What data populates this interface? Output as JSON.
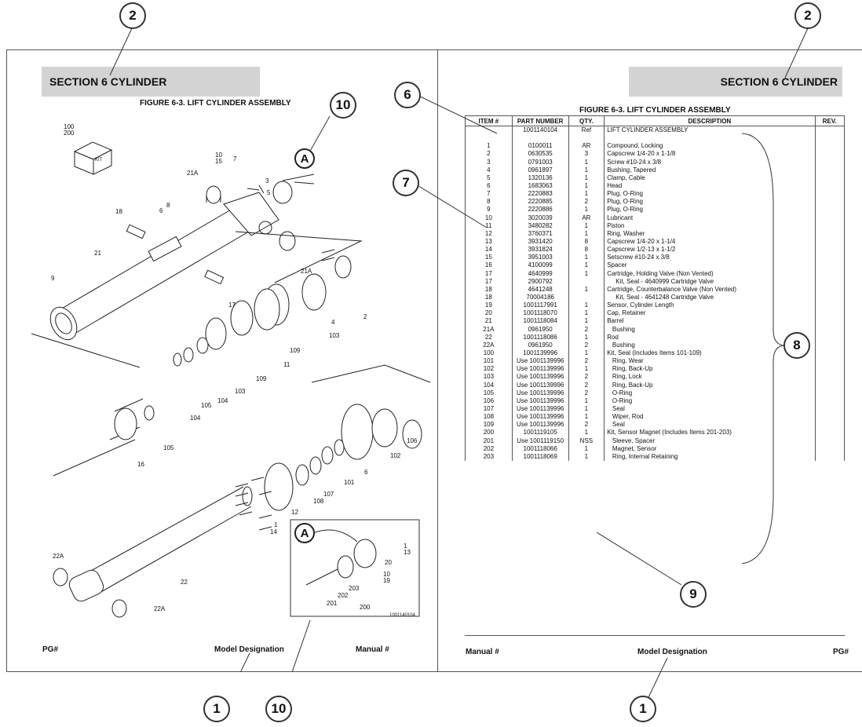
{
  "left_page": {
    "section": "SECTION 6  CYLINDER",
    "figure_title": "FIGURE 6-3. LIFT CYLINDER ASSEMBLY",
    "footer": {
      "pg": "PG#",
      "model": "Model Designation",
      "manual": "Manual #"
    },
    "detail_letter": "A",
    "drawing_number": "1001140104",
    "kit_box_label": "KIT",
    "part_labels": [
      {
        "id": "p100",
        "text": "100\n200"
      },
      {
        "id": "p10a",
        "text": "10\n15"
      },
      {
        "id": "p7",
        "text": "7"
      },
      {
        "id": "p3",
        "text": "3"
      },
      {
        "id": "p5",
        "text": "5"
      },
      {
        "id": "p21a1",
        "text": "21A"
      },
      {
        "id": "p8",
        "text": "8"
      },
      {
        "id": "p18",
        "text": "18"
      },
      {
        "id": "p6top",
        "text": "6"
      },
      {
        "id": "p21",
        "text": "21"
      },
      {
        "id": "p21a2",
        "text": "21A"
      },
      {
        "id": "p9",
        "text": "9"
      },
      {
        "id": "p17",
        "text": "17"
      },
      {
        "id": "p4",
        "text": "4"
      },
      {
        "id": "p2",
        "text": "2"
      },
      {
        "id": "p103a",
        "text": "103"
      },
      {
        "id": "p109a",
        "text": "109"
      },
      {
        "id": "p11",
        "text": "11"
      },
      {
        "id": "p109b",
        "text": "109"
      },
      {
        "id": "p103b",
        "text": "103"
      },
      {
        "id": "p104a",
        "text": "104"
      },
      {
        "id": "p105a",
        "text": "105"
      },
      {
        "id": "p104b",
        "text": "104"
      },
      {
        "id": "p105b",
        "text": "105"
      },
      {
        "id": "p16",
        "text": "16"
      },
      {
        "id": "p106",
        "text": "106"
      },
      {
        "id": "p102",
        "text": "102"
      },
      {
        "id": "p6",
        "text": "6"
      },
      {
        "id": "p101",
        "text": "101"
      },
      {
        "id": "p107",
        "text": "107"
      },
      {
        "id": "p108",
        "text": "108"
      },
      {
        "id": "p12",
        "text": "12"
      },
      {
        "id": "p1",
        "text": "1"
      },
      {
        "id": "p14",
        "text": "14"
      },
      {
        "id": "p22a1",
        "text": "22A"
      },
      {
        "id": "p22",
        "text": "22"
      },
      {
        "id": "p22a2",
        "text": "22A"
      },
      {
        "id": "pA1",
        "text": "1"
      },
      {
        "id": "pA13",
        "text": "13"
      },
      {
        "id": "pA20",
        "text": "20"
      },
      {
        "id": "pA10",
        "text": "10\n19"
      },
      {
        "id": "pA203",
        "text": "203"
      },
      {
        "id": "pA202",
        "text": "202"
      },
      {
        "id": "pA201",
        "text": "201"
      },
      {
        "id": "pA200",
        "text": "200"
      }
    ]
  },
  "right_page": {
    "section": "SECTION 6  CYLINDER",
    "figure_title": "FIGURE 6-3.  LIFT CYLINDER ASSEMBLY",
    "footer": {
      "manual": "Manual #",
      "model": "Model Designation",
      "pg": "PG#"
    },
    "table": {
      "headers": [
        "ITEM #",
        "PART NUMBER",
        "QTY.",
        "DESCRIPTION",
        "REV."
      ],
      "rows": [
        [
          "",
          "1001140104",
          "Ref",
          "LIFT CYLINDER ASSEMBLY",
          ""
        ],
        [
          "",
          "",
          "",
          "",
          ""
        ],
        [
          "1",
          "0100011",
          "AR",
          "Compound, Locking",
          ""
        ],
        [
          "2",
          "0630535",
          "3",
          "Capscrew 1/4-20 x 1-1/8",
          ""
        ],
        [
          "3",
          "0791003",
          "1",
          "Screw #10-24 x 3/8",
          ""
        ],
        [
          "4",
          "0961897",
          "1",
          "Bushing, Tapered",
          ""
        ],
        [
          "5",
          "1320136",
          "1",
          "Clamp, Cable",
          ""
        ],
        [
          "6",
          "1683063",
          "1",
          "Head",
          ""
        ],
        [
          "7",
          "2220883",
          "1",
          "Plug, O-Ring",
          ""
        ],
        [
          "8",
          "2220885",
          "2",
          "Plug, O-Ring",
          ""
        ],
        [
          "9",
          "2220886",
          "1",
          "Plug, O-Ring",
          ""
        ],
        [
          "10",
          "3020039",
          "AR",
          "Lubricant",
          ""
        ],
        [
          "11",
          "3480282",
          "1",
          "Piston",
          ""
        ],
        [
          "12",
          "3760371",
          "1",
          "Ring, Washer",
          ""
        ],
        [
          "13",
          "3931420",
          "8",
          "Capscrew 1/4-20 x 1-1/4",
          ""
        ],
        [
          "14",
          "3931824",
          "8",
          "Capscrew 1/2-13 x 1-1/2",
          ""
        ],
        [
          "15",
          "3951003",
          "1",
          "Setscrew #10-24 x 3/8",
          ""
        ],
        [
          "16",
          "4100099",
          "1",
          "Spacer",
          ""
        ],
        [
          "17",
          "4640999",
          "1",
          "Cartridge, Holding Valve (Non Vented)",
          ""
        ],
        [
          "17",
          "2900792",
          "",
          "     Kit, Seal - 4640999 Cartridge Valve",
          ""
        ],
        [
          "18",
          "4641248",
          "1",
          "Cartridge, Counterbalance Valve (Non Vented)",
          ""
        ],
        [
          "18",
          "70004186",
          "",
          "     Kit, Seal - 4641248 Cartridge Valve",
          ""
        ],
        [
          "19",
          "1001117991",
          "1",
          "Sensor, Cylinder Length",
          ""
        ],
        [
          "20",
          "1001118070",
          "1",
          "Cap, Retainer",
          ""
        ],
        [
          "21",
          "1001118084",
          "1",
          "Barrel",
          ""
        ],
        [
          "21A",
          "0961950",
          "2",
          "   Bushing",
          ""
        ],
        [
          "22",
          "1001118086",
          "1",
          "Rod",
          ""
        ],
        [
          "22A",
          "0961950",
          "2",
          "   Bushing",
          ""
        ],
        [
          "100",
          "1001139996",
          "1",
          "Kit, Seal (Includes Items 101-109)",
          ""
        ],
        [
          "101",
          "Use 1001139996",
          "2",
          "   Ring, Wear",
          ""
        ],
        [
          "102",
          "Use 1001139996",
          "1",
          "   Ring, Back-Up",
          ""
        ],
        [
          "103",
          "Use 1001139996",
          "2",
          "   Ring, Lock",
          ""
        ],
        [
          "104",
          "Use 1001139996",
          "2",
          "   Ring, Back-Up",
          ""
        ],
        [
          "105",
          "Use 1001139996",
          "2",
          "   O-Ring",
          ""
        ],
        [
          "106",
          "Use 1001139996",
          "1",
          "   O-Ring",
          ""
        ],
        [
          "107",
          "Use 1001139996",
          "1",
          "   Seal",
          ""
        ],
        [
          "108",
          "Use 1001139996",
          "1",
          "   Wiper, Rod",
          ""
        ],
        [
          "109",
          "Use 1001139996",
          "2",
          "   Seal",
          ""
        ],
        [
          "200",
          "1001119105",
          "1",
          "Kit, Sensor Magnet (Includes Items 201-203)",
          ""
        ],
        [
          "201",
          "Use 1001119150",
          "NSS",
          "   Sleeve, Spacer",
          ""
        ],
        [
          "202",
          "1001118066",
          "1",
          "   Magnet, Sensor",
          ""
        ],
        [
          "203",
          "1001118069",
          "1",
          "   Ring, Internal Retaining",
          ""
        ]
      ]
    }
  },
  "callouts": {
    "c1_left": "1",
    "c1_right": "1",
    "c2_left": "2",
    "c2_right": "2",
    "c6": "6",
    "c7": "7",
    "c8": "8",
    "c9": "9",
    "c10_top": "10",
    "c10_bottom": "10"
  },
  "colors": {
    "header_band": "#d3d3d3",
    "line": "#333333",
    "frame": "#555555"
  }
}
